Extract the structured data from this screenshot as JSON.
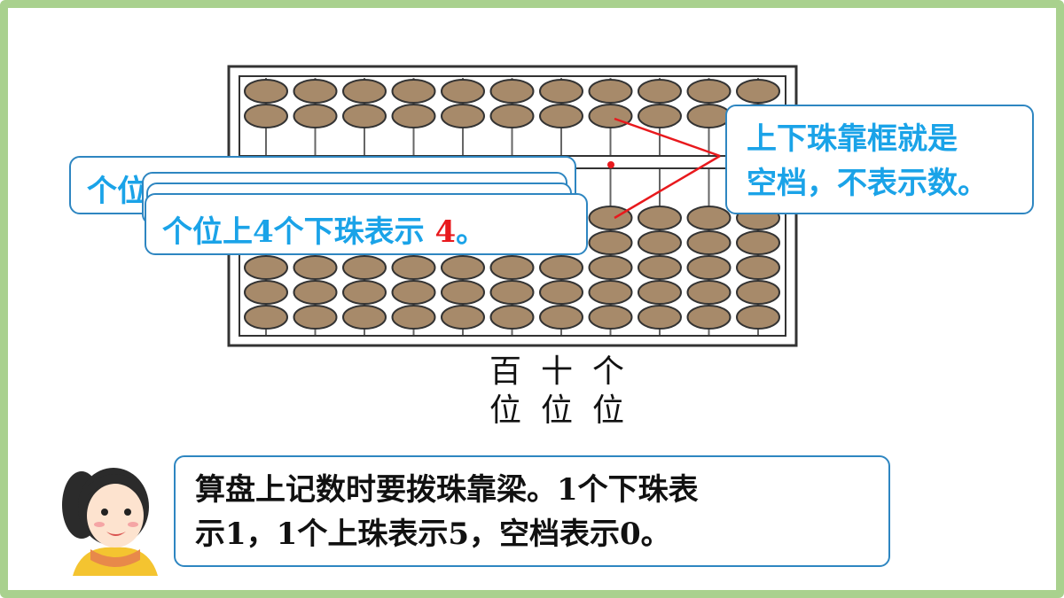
{
  "abacus": {
    "columns": 11,
    "place_labels": [
      {
        "top": "百",
        "bottom": "位"
      },
      {
        "top": "十",
        "bottom": "位"
      },
      {
        "top": "个",
        "bottom": "位"
      }
    ]
  },
  "callouts": {
    "back_text": "个位",
    "front_prefix": "个位上4个下珠表示 ",
    "front_number": "4",
    "front_suffix": "。",
    "right_line1": "上下珠靠框就是",
    "right_line2": "空档，不表示数。"
  },
  "teacher_speech": {
    "line1": "算盘上记数时要拨珠靠梁。1个下珠表",
    "line2": "示1，1个上珠表示5，空档表示0。"
  },
  "colors": {
    "frame_border": "#a9d18e",
    "bead_fill": "#a78a6a",
    "callout_text": "#1aa3e8",
    "highlight_number": "#e8191d",
    "pointer_line": "#e8191d"
  }
}
